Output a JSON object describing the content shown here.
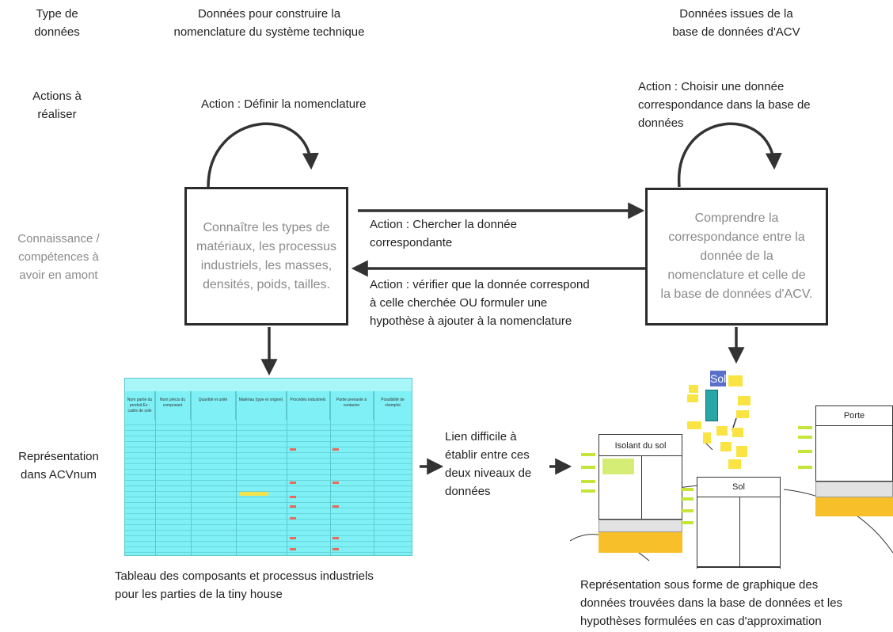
{
  "labels": {
    "type_donnees": "Type de\ndonnées",
    "actions": "Actions à\nréaliser",
    "connaissance": "Connaissance /\ncompétences à\navoir en amont",
    "representation": "Représentation\ndans ACVnum"
  },
  "columns": {
    "left": "Données pour construire la\nnomenclature du système technique",
    "right": "Données issues de la\nbase de données d'ACV"
  },
  "actions": {
    "definir": "Action : Définir la nomenclature",
    "choisir": "Action : Choisir une donnée\ncorrespondance dans la base de\ndonnées",
    "chercher": "Action : Chercher la donnée\ncorrespondante",
    "verifier": "Action : vérifier que la donnée correspond\nà celle cherchée OU formuler une\nhypothèse à ajouter à la nomenclature"
  },
  "boxes": {
    "left": "Connaître les types de\nmatériaux, les processus\nindustriels, les masses,\ndensités, poids, tailles.",
    "right": "Comprendre la\ncorrespondance entre la\ndonnée de la\nnomenclature et celle de\nla base de données d'ACV."
  },
  "link": "Lien difficile à\nétablir entre ces\ndeux niveaux de\ndonnées",
  "captions": {
    "left": "Tableau des composants et processus industriels\npour les parties de la tiny house",
    "right": "Représentation sous forme de graphique des\ndonnées trouvées dans la base de données et les\nhypothèses formulées en cas d'approximation"
  },
  "table_thumbnail": {
    "columns": [
      "Nom partie du produit Ex : cadre de sole",
      "Nom précis du composant",
      "Quantité et unité",
      "Matériau (type et origine)",
      "Procédés industriels",
      "Partie prenante à contacter",
      "Possibilité de réemploi"
    ]
  },
  "graph_thumbnail": {
    "sol_tag": "Sol",
    "isolant": "Isolant du sol",
    "sol": "Sol",
    "porte": "Porte"
  },
  "colors": {
    "table_bg": "#7ff0f5",
    "box_border": "#2b2b2b",
    "text_grey": "#8a8a8a",
    "yellow": "#f7c02b",
    "sticky": "#f9e443"
  }
}
